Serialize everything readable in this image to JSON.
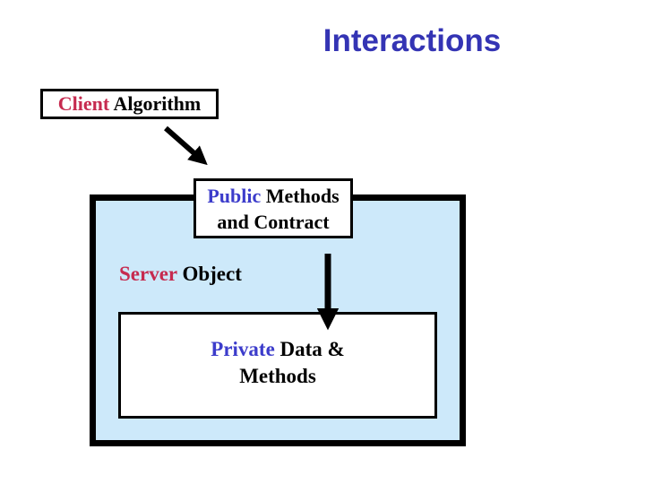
{
  "title": "Interactions",
  "boxes": {
    "client": {
      "keyword": "Client",
      "rest": " Algorithm"
    },
    "public": {
      "keyword": "Public",
      "rest": " Methods",
      "line2": "and Contract"
    },
    "server_label": {
      "keyword": "Server",
      "rest": " Object"
    },
    "private": {
      "keyword": "Private",
      "rest": " Data &",
      "line2": "Methods"
    }
  },
  "icons": {
    "client_to_public_arrow": "arrow-down-right",
    "public_to_private_arrow": "arrow-down"
  },
  "colors": {
    "title_blue": "#3434B4",
    "keyword_blue": "#3C3CCB",
    "keyword_red": "#C62A4F",
    "server_fill": "#CDE9FA",
    "line_black": "#000000"
  }
}
